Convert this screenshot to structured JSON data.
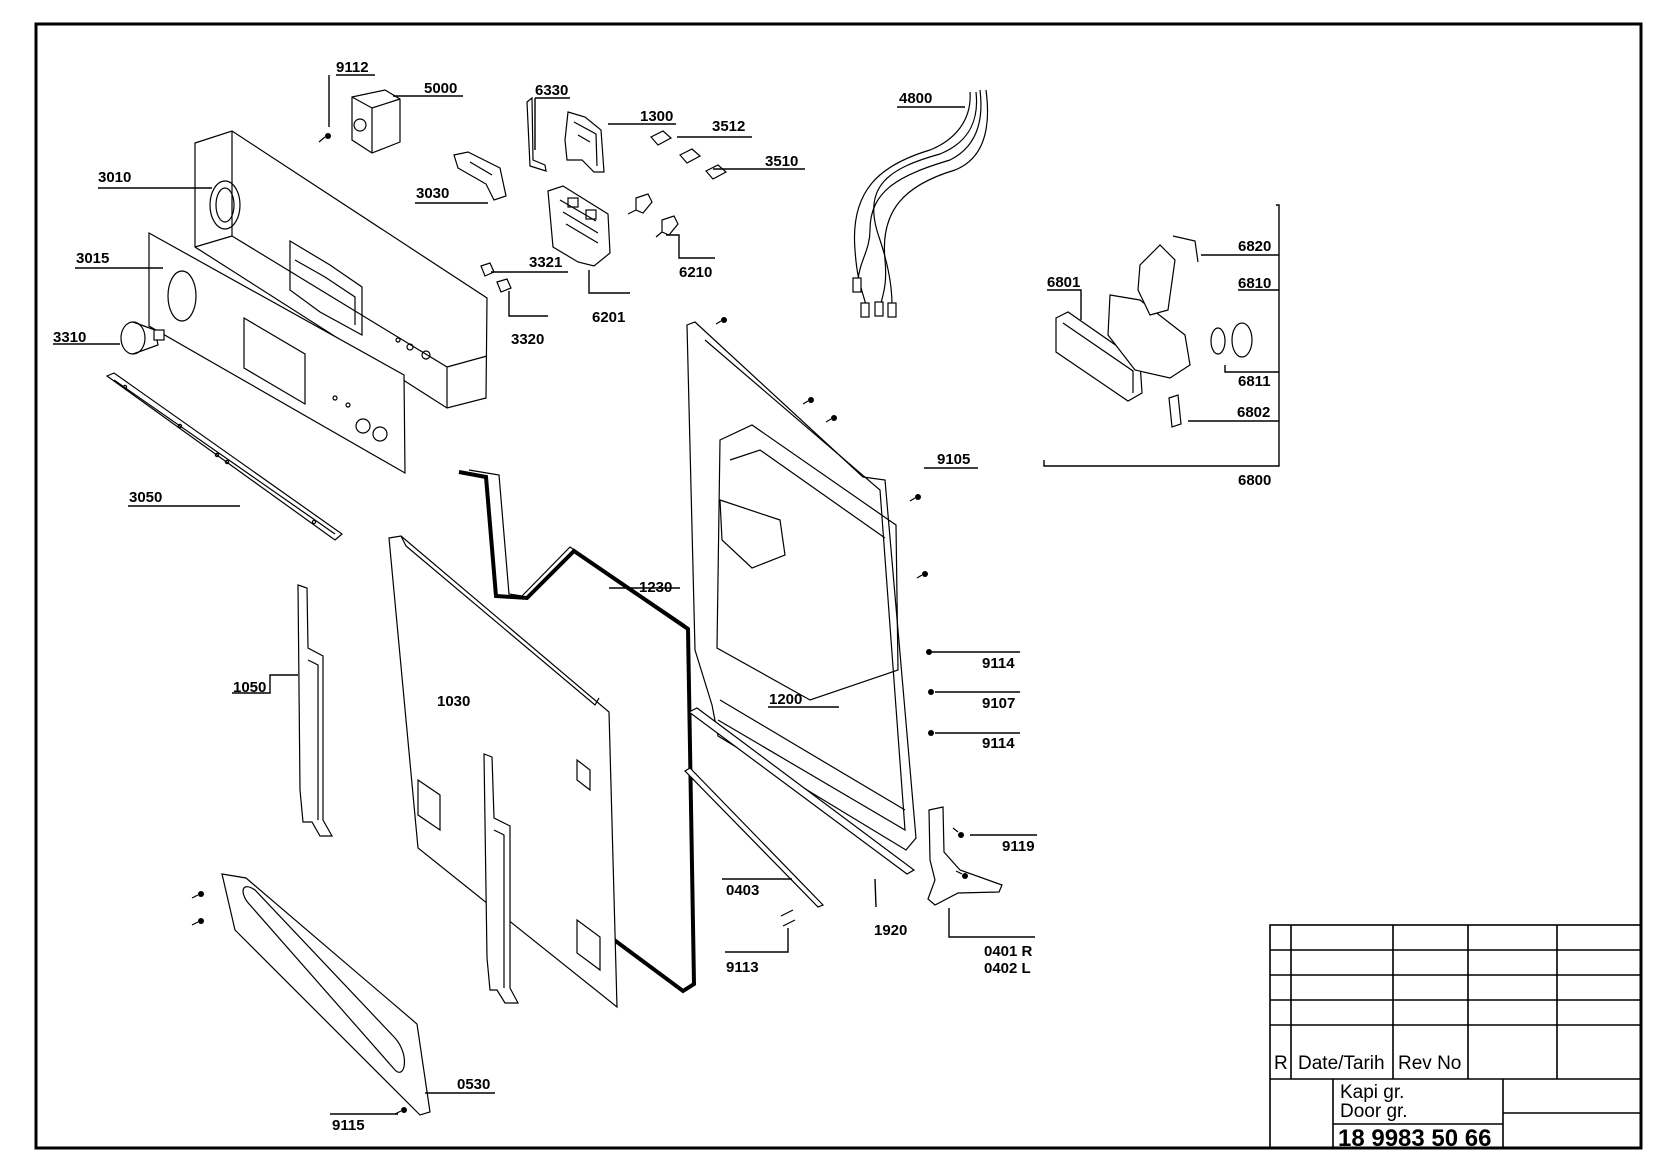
{
  "drawing": {
    "labels": {
      "l9112": "9112",
      "l5000": "5000",
      "l6330": "6330",
      "l1300": "1300",
      "l3512": "3512",
      "l3510": "3510",
      "l4800": "4800",
      "l3010": "3010",
      "l3030": "3030",
      "l3015": "3015",
      "l3321": "3321",
      "l6210": "6210",
      "l6201": "6201",
      "l3320": "3320",
      "l3310": "3310",
      "l3050": "3050",
      "l1230": "1230",
      "l1050": "1050",
      "l1030": "1030",
      "l1200": "1200",
      "l6820": "6820",
      "l6801": "6801",
      "l6810": "6810",
      "l6811": "6811",
      "l6802": "6802",
      "l6800": "6800",
      "l9105": "9105",
      "l9114a": "9114",
      "l9107": "9107",
      "l9114b": "9114",
      "l9119": "9119",
      "l0403": "0403",
      "l1920": "1920",
      "l0401": "0401 R",
      "l0402": "0402 L",
      "l9113": "9113",
      "l0530": "0530",
      "l9115": "9115"
    }
  },
  "title_block": {
    "r": "R",
    "date_label": "Date/Tarih",
    "rev_label": "Rev No",
    "name_tr": "Kapi gr.",
    "name_en": "Door gr.",
    "doc_number": "18 9983 50 66"
  }
}
